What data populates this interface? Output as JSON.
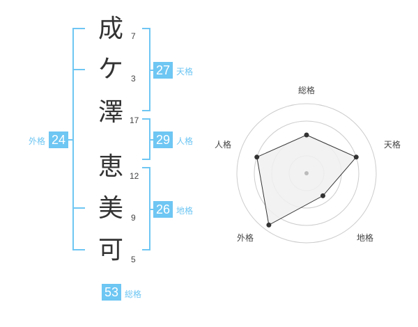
{
  "name": {
    "chars": [
      {
        "char": "成",
        "strokes": "7"
      },
      {
        "char": "ケ",
        "strokes": "3"
      },
      {
        "char": "澤",
        "strokes": "17"
      },
      {
        "char": "恵",
        "strokes": "12"
      },
      {
        "char": "美",
        "strokes": "9"
      },
      {
        "char": "可",
        "strokes": "5"
      }
    ]
  },
  "fortune": {
    "tenkaku": {
      "value": "27",
      "label": "天格"
    },
    "jinkaku": {
      "value": "29",
      "label": "人格"
    },
    "chikaku": {
      "value": "26",
      "label": "地格"
    },
    "gaikaku": {
      "value": "24",
      "label": "外格"
    },
    "soukaku": {
      "value": "53",
      "label": "総格"
    }
  },
  "chart_data": {
    "type": "radar",
    "axes": [
      "総格",
      "天格",
      "地格",
      "外格",
      "人格"
    ],
    "values": [
      0.55,
      0.75,
      0.4,
      0.92,
      0.75
    ],
    "range": [
      0,
      1
    ],
    "rings": 4,
    "colors": {
      "fill": "#f0f0f0",
      "line": "#333333",
      "ring": "#cccccc",
      "point": "#333333",
      "center": "#bbbbbb"
    }
  },
  "colors": {
    "accent": "#6ec6f3",
    "text": "#333333"
  }
}
